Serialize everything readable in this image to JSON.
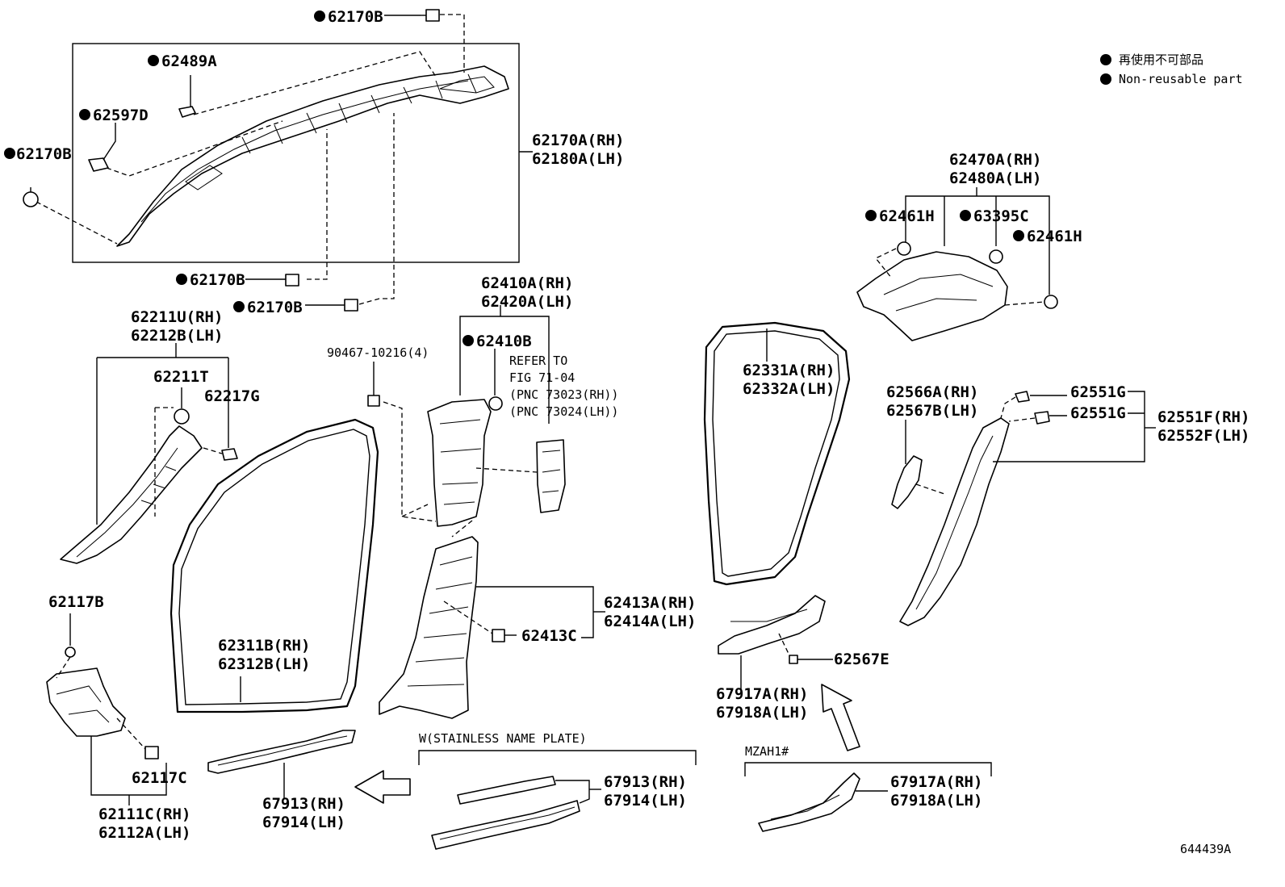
{
  "legend": {
    "items": [
      "再使用不可部品",
      "Non-reusable part"
    ]
  },
  "figure_id": "644439A",
  "labels": {
    "p62170B_top": "62170B",
    "p62489A": "62489A",
    "p62597D": "62597D",
    "p62170B_left": "62170B",
    "p62170A_rh": "62170A(RH)",
    "p62180A_lh": "62180A(LH)",
    "p62170B_mid1": "62170B",
    "p62170B_mid2": "62170B",
    "p62211U_rh": "62211U(RH)",
    "p62212B_lh": "62212B(LH)",
    "p62211T": "62211T",
    "p62217G": "62217G",
    "p90467": "90467-10216(4)",
    "p62410A_rh": "62410A(RH)",
    "p62420A_lh": "62420A(LH)",
    "p62410B": "62410B",
    "refer1": "REFER TO",
    "refer2": "FIG 71-04",
    "refer3": "(PNC 73023(RH))",
    "refer4": "(PNC 73024(LH))",
    "p62470A_rh": "62470A(RH)",
    "p62480A_lh": "62480A(LH)",
    "p62461H_1": "62461H",
    "p63395C": "63395C",
    "p62461H_2": "62461H",
    "p62331A_rh": "62331A(RH)",
    "p62332A_lh": "62332A(LH)",
    "p62566A_rh": "62566A(RH)",
    "p62567B_lh": "62567B(LH)",
    "p62551G_1": "62551G",
    "p62551G_2": "62551G",
    "p62551F_rh": "62551F(RH)",
    "p62552F_lh": "62552F(LH)",
    "p62117B": "62117B",
    "p62311B_rh": "62311B(RH)",
    "p62312B_lh": "62312B(LH)",
    "p62413A_rh": "62413A(RH)",
    "p62414A_lh": "62414A(LH)",
    "p62413C": "62413C",
    "p62567E": "62567E",
    "p67917A_rh_1": "67917A(RH)",
    "p67918A_lh_1": "67918A(LH)",
    "p62117C": "62117C",
    "p62111C_rh": "62111C(RH)",
    "p62112A_lh": "62112A(LH)",
    "p67913_rh_1": "67913(RH)",
    "p67914_lh_1": "67914(LH)",
    "w_stainless": "W(STAINLESS NAME PLATE)",
    "p67913_rh_2": "67913(RH)",
    "p67914_lh_2": "67914(LH)",
    "mzah": "MZAH1#",
    "p67917A_rh_2": "67917A(RH)",
    "p67918A_lh_2": "67918A(LH)"
  }
}
